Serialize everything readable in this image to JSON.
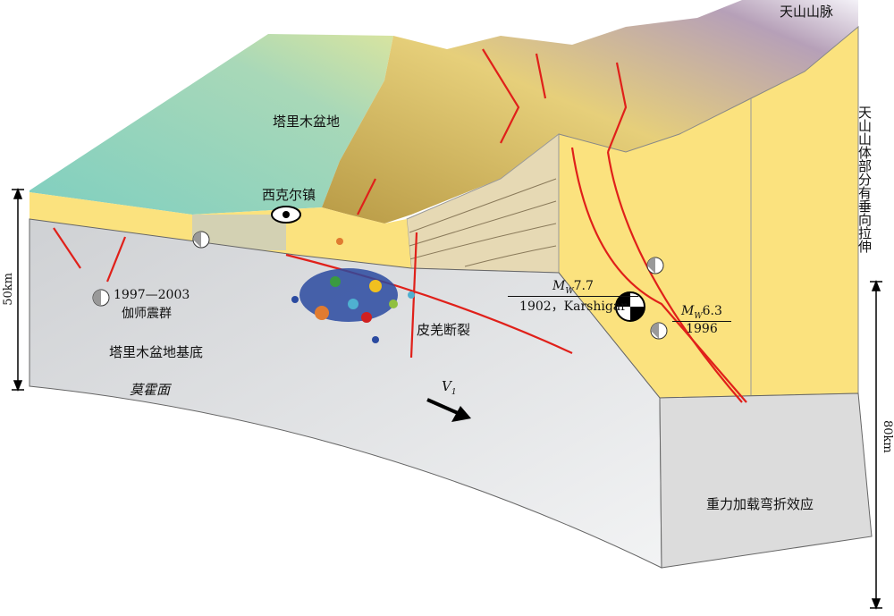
{
  "title_labels": {
    "tianshan": "天山山脉",
    "tarim_basin": "塔里木盆地",
    "xikeer": "西克尔镇",
    "jiashi_years": "1997—2003",
    "jiashi_swarm": "伽师震群",
    "basin_basement": "塔里木盆地基底",
    "moho": "莫霍面",
    "piqiang_fault": "皮羌断裂",
    "flexure": "重力加载弯折效应",
    "vertical_stretch": "天山山体部分有垂向拉伸",
    "v_label": "V",
    "v_sub": "1"
  },
  "scales": {
    "left": "50km",
    "right": "80km"
  },
  "events": {
    "karshigar": {
      "mag_prefix": "M",
      "mag_sub": "W",
      "mag_value": "7.7",
      "detail": "1902，Karshigar"
    },
    "e1996": {
      "mag_prefix": "M",
      "mag_sub": "W",
      "mag_value": "6.3",
      "detail": "1996"
    }
  },
  "colors": {
    "basin": "#8fd3c3",
    "sediment": "#fbe27e",
    "crust": "#d4d6d9",
    "fault": "#e0201a",
    "mountain": "#c8a94a"
  }
}
